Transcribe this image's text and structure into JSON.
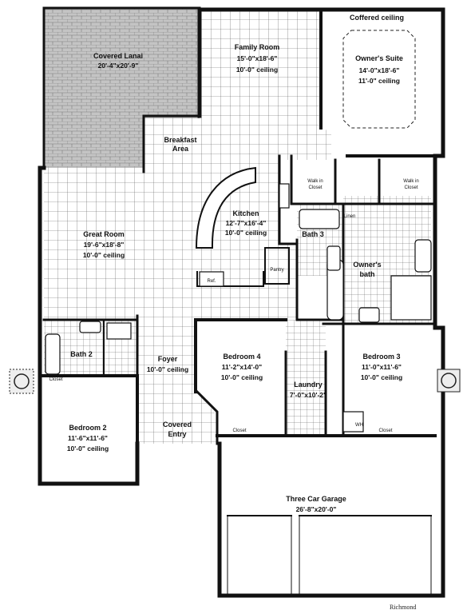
{
  "rooms": {
    "covered_lanai": {
      "name": "Covered Lanai",
      "dims": "20'-4\"x20'-9\""
    },
    "family_room": {
      "name": "Family Room",
      "dims": "15'-0\"x18'-6\"",
      "ceiling": "10'-0\" ceiling"
    },
    "coffered_ceiling": "Coffered ceiling",
    "owners_suite": {
      "name": "Owner's Suite",
      "dims": "14'-0\"x18'-6\"",
      "ceiling": "11'-0\" ceiling"
    },
    "breakfast_area": {
      "line1": "Breakfast",
      "line2": "Area"
    },
    "kitchen": {
      "name": "Kitchen",
      "dims": "12'-7\"x16'-4\"",
      "ceiling": "10'-0\" ceiling"
    },
    "great_room": {
      "name": "Great Room",
      "dims": "19'-6\"x18'-8\"",
      "ceiling": "10'-0\" ceiling"
    },
    "walk_in_closet_left": {
      "line1": "Walk in",
      "line2": "Closet"
    },
    "walk_in_closet_right": {
      "line1": "Walk in",
      "line2": "Closet"
    },
    "linen": "Linen",
    "bath3": "Bath 3",
    "owners_bath": {
      "line1": "Owner's",
      "line2": "bath"
    },
    "pantry": "Pantry",
    "ref": "Ref.",
    "bath2": "Bath 2",
    "foyer": {
      "name": "Foyer",
      "ceiling": "10'-0\" ceiling"
    },
    "bedroom4": {
      "name": "Bedroom 4",
      "dims": "11'-2\"x14'-0\"",
      "ceiling": "10'-0\" ceiling"
    },
    "bedroom3": {
      "name": "Bedroom 3",
      "dims": "11'-0\"x11'-6\"",
      "ceiling": "10'-0\" ceiling"
    },
    "laundry": {
      "name": "Laundry",
      "dims": "7'-0\"x10'-2\""
    },
    "bedroom2": {
      "name": "Bedroom 2",
      "dims": "11'-6\"x11'-6\"",
      "ceiling": "10'-0\" ceiling"
    },
    "covered_entry": {
      "line1": "Covered",
      "line2": "Entry"
    },
    "closet_bedroom2": "Closet",
    "closet_bedroom4": "Closet",
    "closet_bedroom3": "Closet",
    "garage": {
      "name": "Three Car Garage",
      "dims": "26'-8\"x20'-0\""
    },
    "wh": "WH"
  },
  "plan_name": "Richmond",
  "colors": {
    "wall": "#111111",
    "tile": "#555555",
    "lanai_fill": "#bdbdbd",
    "background": "#ffffff"
  }
}
